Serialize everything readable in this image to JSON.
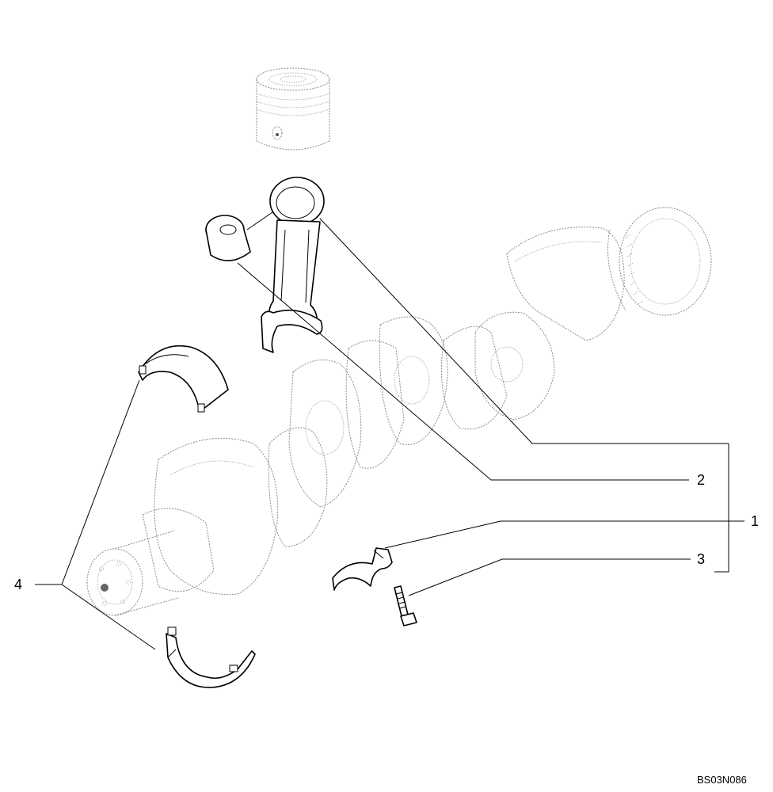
{
  "diagram": {
    "callouts": [
      {
        "id": "1",
        "label": "1"
      },
      {
        "id": "2",
        "label": "2"
      },
      {
        "id": "3",
        "label": "3"
      },
      {
        "id": "4",
        "label": "4"
      }
    ],
    "drawing_id": "BS03N086",
    "colors": {
      "line": "#000000",
      "ghost": "#8a8a8a",
      "background": "#ffffff"
    }
  }
}
